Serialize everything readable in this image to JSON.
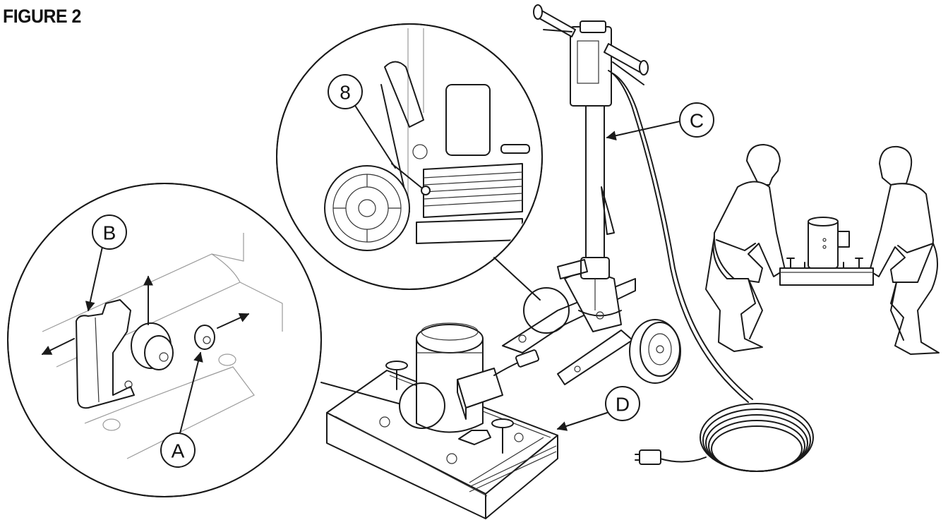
{
  "figure": {
    "title": "FIGURE 2"
  },
  "callouts": {
    "a": "A",
    "b": "B",
    "c": "C",
    "d": "D",
    "eight": "8"
  },
  "colors": {
    "line": "#1a1a1a",
    "detail": "#9a9a9a",
    "background": "#ffffff"
  }
}
